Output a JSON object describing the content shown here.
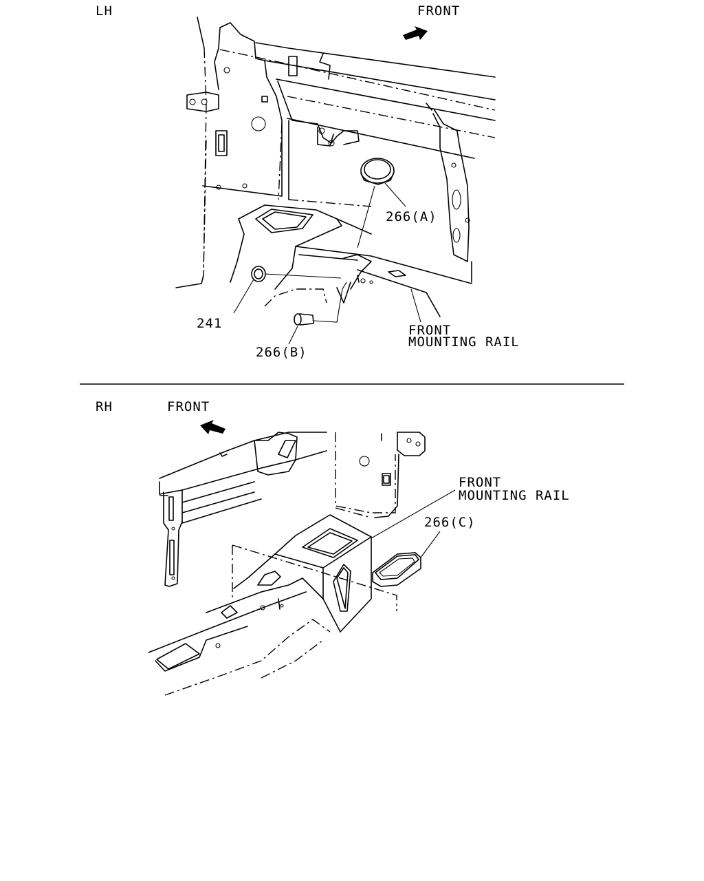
{
  "lh": {
    "side_label": "LH",
    "front_label": "FRONT",
    "callouts": {
      "part_266a": "266(A)",
      "part_241": "241",
      "part_266b": "266(B)",
      "rail_line1": "FRONT",
      "rail_line2": "MOUNTING RAIL"
    }
  },
  "rh": {
    "side_label": "RH",
    "front_label": "FRONT",
    "callouts": {
      "rail_line1": "FRONT",
      "rail_line2": "MOUNTING RAIL",
      "part_266c": "266(C)"
    }
  }
}
